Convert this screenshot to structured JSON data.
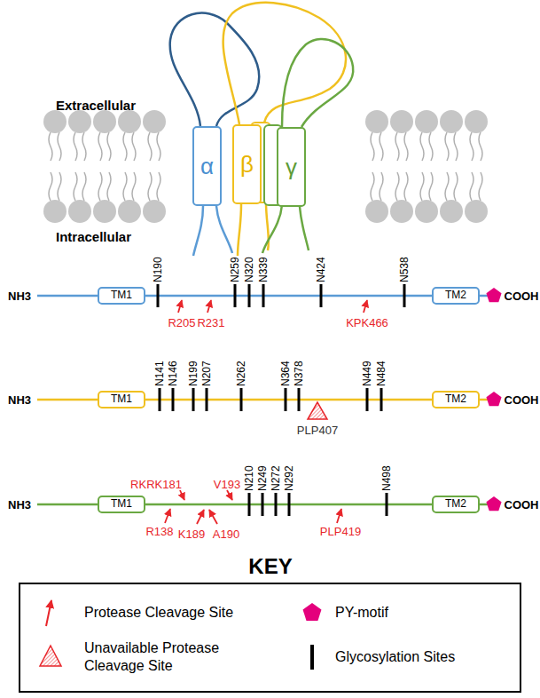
{
  "diagram": {
    "nodes": [
      {
        "text": [
          "α"
        ]
      },
      {
        "text": [
          "β"
        ]
      },
      {
        "text": [
          "γ"
        ]
      },
      {
        "text": [
          "TM1"
        ]
      },
      {
        "text": [
          "TM2"
        ]
      },
      {
        "text": [
          "TM1"
        ]
      },
      {
        "text": [
          "TM2"
        ]
      },
      {
        "text": [
          "TM1"
        ]
      },
      {
        "text": [
          "TM2"
        ]
      }
    ],
    "edges": [
      {
        "from": 3,
        "to": 4,
        "arrow": "none"
      },
      {
        "from": 5,
        "to": 6,
        "arrow": "none"
      },
      {
        "from": 7,
        "to": 8,
        "arrow": "none"
      }
    ],
    "labels": [
      "Extracellular",
      "Intracellular",
      "NH3",
      "N190",
      "N259",
      "N320",
      "N339",
      "N424",
      "N538",
      "R205",
      "R231",
      "KPK466",
      "COOH",
      "NH3",
      "N141",
      "N146",
      "N199",
      "N207",
      "N262",
      "N364",
      "N378",
      "N449",
      "N484",
      "PLP407",
      "COOH",
      "NH3",
      "RKRK181",
      "V193",
      "N210",
      "N249",
      "N272",
      "N292",
      "N498",
      "R138",
      "K189",
      "A190",
      "PLP419",
      "COOH",
      "KEY"
    ],
    "legend": [
      {
        "text": "Protease Cleavage Site"
      },
      {
        "text": "PY-motif"
      },
      {
        "text": "Unavailable Protease Cleavage Site"
      },
      {
        "text": "Glycosylation Sites"
      }
    ]
  }
}
